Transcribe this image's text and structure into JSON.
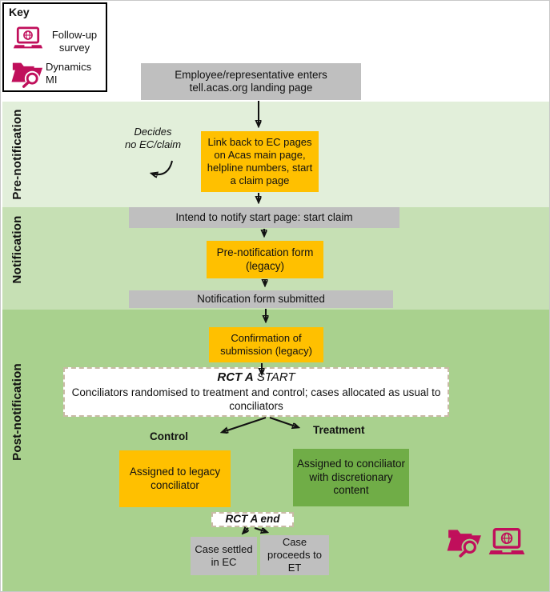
{
  "key": {
    "title": "Key",
    "items": [
      {
        "icon": "laptop-globe-icon",
        "label": "Follow-up survey"
      },
      {
        "icon": "folder-search-icon",
        "label": "Dynamics MI"
      }
    ]
  },
  "lanes": {
    "pre": "Pre-notification",
    "mid": "Notification",
    "post": "Post-notification"
  },
  "flow": {
    "entry": "Employee/representative enters tell.acas.org landing page",
    "decides_exit": "Decides\nno EC/claim",
    "link_back": "Link back to EC pages on Acas main page, helpline numbers, start a claim page",
    "intend": "Intend to notify start page: start claim",
    "pre_form": "Pre-notification form (legacy)",
    "submitted": "Notification form submitted",
    "confirmation": "Confirmation of submission (legacy)",
    "rct_start": {
      "tag": "RCT A",
      "phase": "START",
      "body": "Conciliators randomised to treatment and control; cases allocated as usual to conciliators"
    },
    "branches": {
      "control_label": "Control",
      "treatment_label": "Treatment",
      "control_box": "Assigned to legacy conciliator",
      "treatment_box": "Assigned to conciliator with discretionary content"
    },
    "rct_end": "RCT A end",
    "outcomes": {
      "settled": "Case settled in EC",
      "proceeds": "Case proceeds to ET"
    }
  },
  "colors": {
    "lane_pre": "#E2EFDA",
    "lane_mid": "#C6E0B4",
    "lane_post": "#A9D18E",
    "amber": "#FFC000",
    "grey": "#BFBFBF",
    "green_box": "#70AD47",
    "brand_pink": "#C00F5B"
  }
}
